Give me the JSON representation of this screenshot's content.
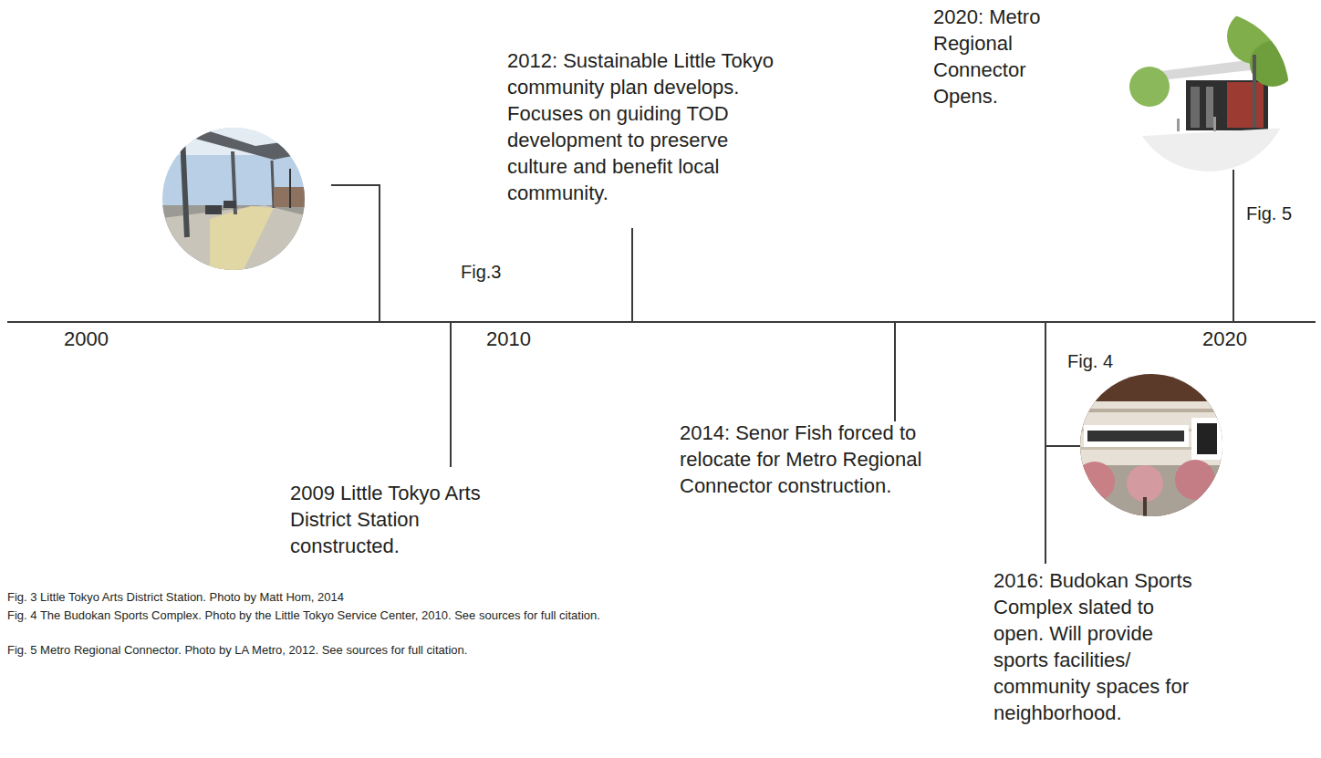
{
  "diagram": {
    "labels": [
      "2000",
      "2010",
      "2020",
      "2012: Sustainable Little Tokyo community plan develops. Focuses on guiding TOD development to preserve culture and benefit local community.",
      "Fig.3",
      "2009 Little Tokyo Arts District Station constructed.",
      "2014: Senor Fish forced to relocate for Metro Regional Connector construction.",
      "2016: Budokan Sports Complex slated to open. Will provide sports facilities/ community spaces for neighborhood.",
      "Fig. 4",
      "2020: Metro Regional Connector Opens.",
      "Fig. 5",
      "Fig. 3 Little Tokyo Arts District Station. Photo by Matt Hom, 2014",
      "Fig. 4 The Budokan Sports Complex. Photo by the Little Tokyo Service Center, 2010. See sources for full citation.",
      "Fig. 5 Metro Regional Connector. Photo by LA Metro, 2012. See sources for full citation."
    ]
  }
}
